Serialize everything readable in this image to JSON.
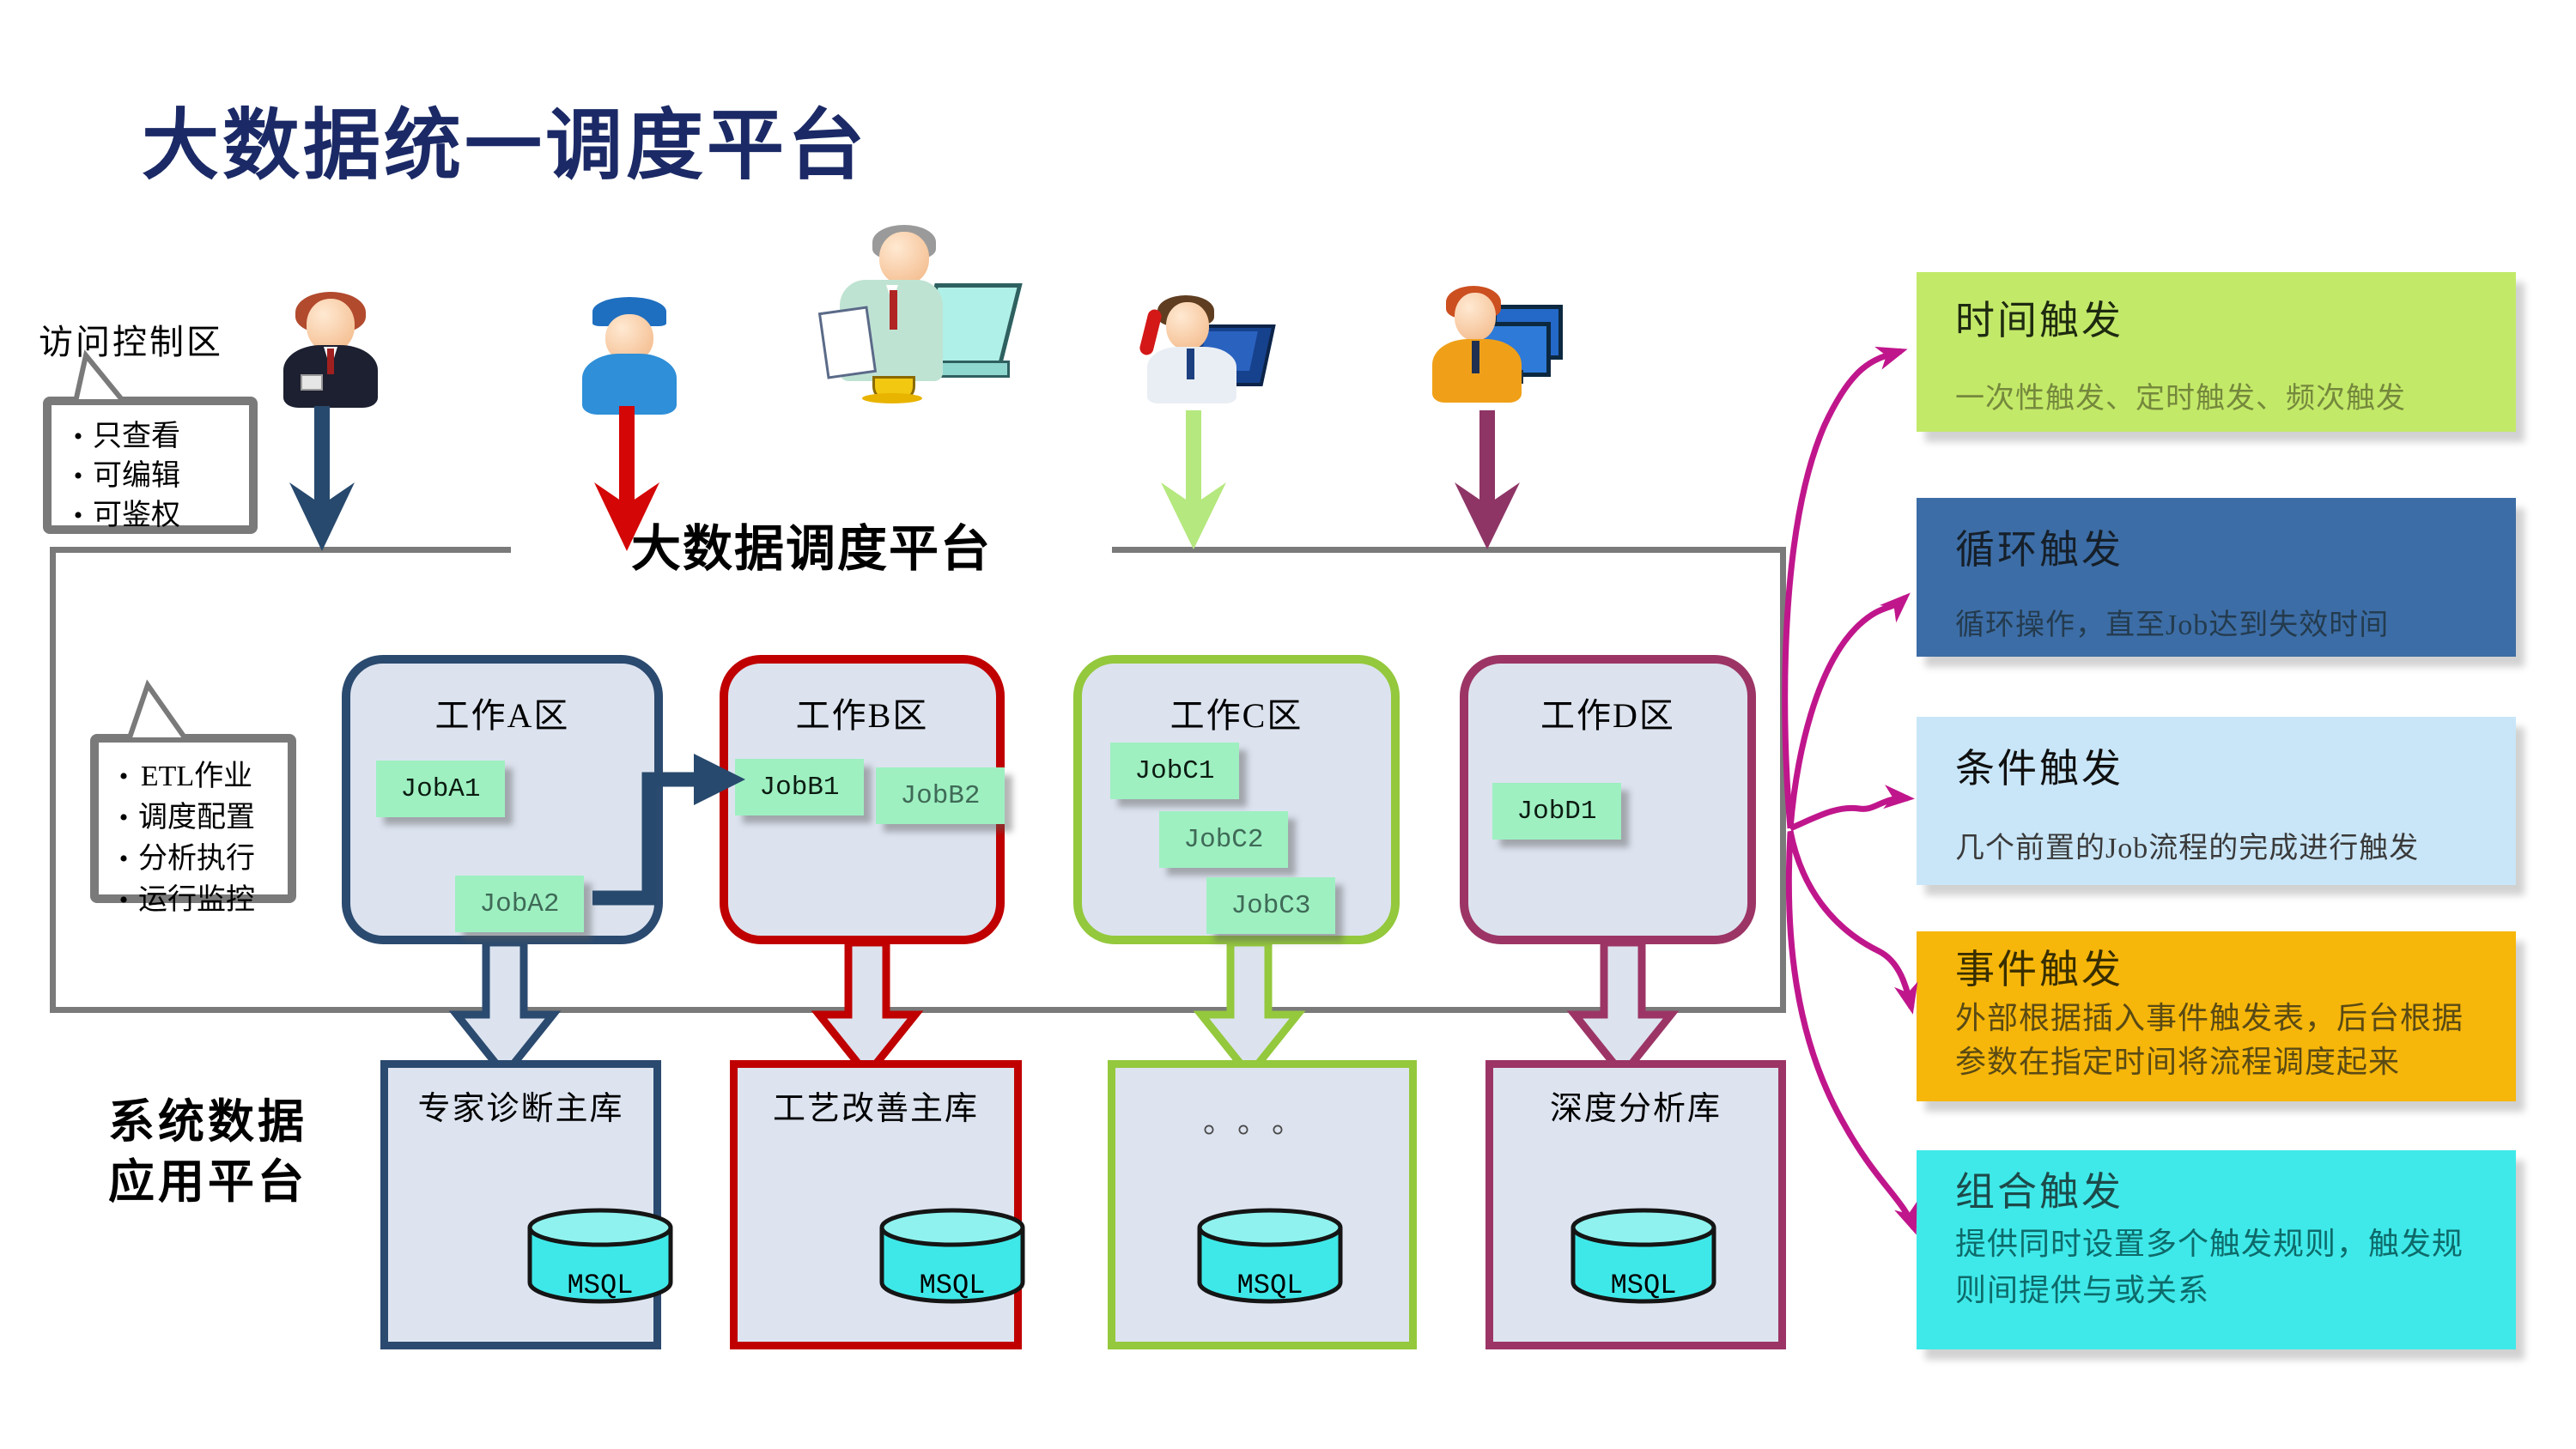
{
  "header": {
    "title": "大数据统一调度平台"
  },
  "access_callout": {
    "label": "访问控制区",
    "items": [
      "只查看",
      "可编辑",
      "可鉴权"
    ]
  },
  "etl_callout": {
    "items": [
      "ETL作业",
      "调度配置",
      "分析执行",
      "运行监控"
    ]
  },
  "platform_label": "大数据调度平台",
  "zones": [
    {
      "title": "工作A区",
      "jobs": [
        "JobA1",
        "JobA2"
      ]
    },
    {
      "title": "工作B区",
      "jobs": [
        "JobB1",
        "JobB2"
      ]
    },
    {
      "title": "工作C区",
      "jobs": [
        "JobC1",
        "JobC2",
        "JobC3"
      ]
    },
    {
      "title": "工作D区",
      "jobs": [
        "JobD1"
      ]
    }
  ],
  "databases": [
    {
      "title": "专家诊断主库",
      "db": "MSQL"
    },
    {
      "title": "工艺改善主库",
      "db": "MSQL"
    },
    {
      "title": "。。。",
      "db": "MSQL"
    },
    {
      "title": "深度分析库",
      "db": "MSQL"
    }
  ],
  "bottom_label": {
    "line1": "系统数据",
    "line2": "应用平台"
  },
  "triggers": [
    {
      "title": "时间触发",
      "desc": "一次性触发、定时触发、频次触发",
      "bg": "#c3e969"
    },
    {
      "title": "循环触发",
      "desc": "循环操作，直至Job达到失效时间",
      "bg": "#3c6da6"
    },
    {
      "title": "条件触发",
      "desc": "几个前置的Job流程的完成进行触发",
      "bg": "#c9e6f8"
    },
    {
      "title": "事件触发",
      "desc": "外部根据插入事件触发表，后台根据参数在指定时间将流程调度起来",
      "bg": "#f6b60a"
    },
    {
      "title": "组合触发",
      "desc": "提供同时设置多个触发规则，触发规则间提供与或关系",
      "bg": "#3fe9e9"
    }
  ],
  "icons": [
    "businessman-icon",
    "worker-icon",
    "analyst-icon",
    "support-icon",
    "developer-icon",
    "database-cylinder-icon",
    "down-arrow-icon",
    "block-arrow-icon",
    "curve-arrow-icon",
    "callout-tail-icon"
  ],
  "colors": {
    "title_navy": "#1b2a66",
    "container_gray": "#7a7a7a",
    "zone_fill": "#dce3ef",
    "zone_a_border": "#2b4a6f",
    "zone_b_border": "#c00000",
    "zone_c_border": "#94c83d",
    "zone_d_border": "#9c3566",
    "job_fill": "#9ef0c1",
    "cylinder_cyan": "#3fe8e8",
    "arrow_navy": "#27496d",
    "arrow_red": "#d40606",
    "arrow_green": "#b5e87e",
    "arrow_maroon": "#8e3566",
    "magenta": "#c0168c"
  }
}
